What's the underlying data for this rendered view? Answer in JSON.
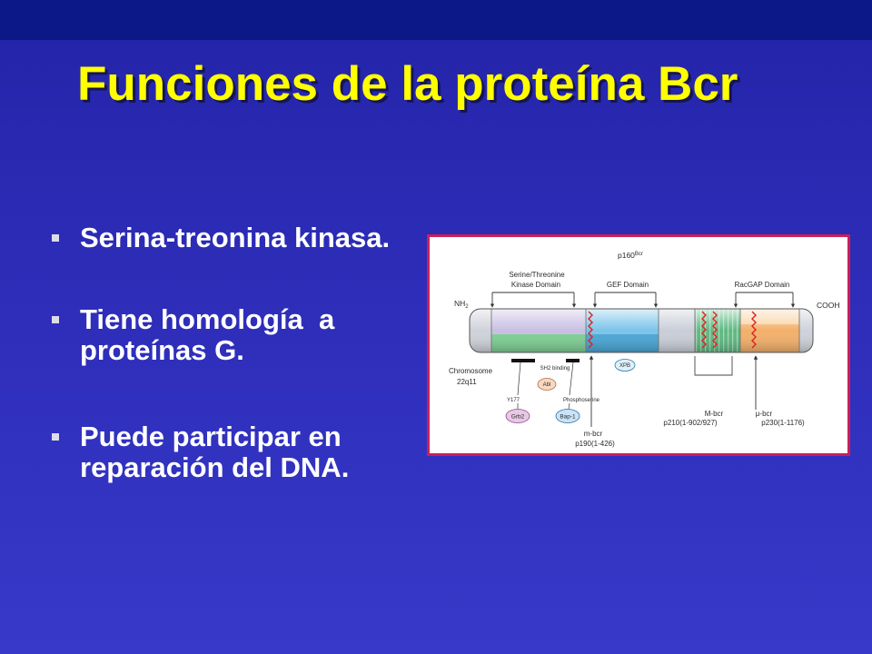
{
  "title": "Funciones de la proteína Bcr",
  "bullets": [
    {
      "lines": [
        "Serina-treonina kinasa."
      ]
    },
    {
      "lines": [
        "Tiene homología  a",
        "proteínas G."
      ]
    },
    {
      "lines": [
        "Puede participar en",
        "reparación del DNA."
      ]
    }
  ],
  "icons": {
    "bullet": "square-bullet"
  },
  "diagram": {
    "protein_name": "p160",
    "protein_sup": "Bcr",
    "kinase_domain": [
      "Serine/Threonine",
      "Kinase Domain"
    ],
    "gef_domain": "GEF Domain",
    "racgap_domain": "RacGAP Domain",
    "n_terminus": "NH",
    "n_terminus_sub": "2",
    "c_terminus": "COOH",
    "chromosome": [
      "Chromosome",
      "22q11"
    ],
    "sh2_binding": "SH2 binding",
    "xpb": "XPB",
    "abl": "Abl",
    "y177": "Y177",
    "phosphoserine": "Phosphoserine",
    "grb2": "Grb2",
    "bap1": "Bap-1",
    "minor_bcr": [
      "m-bcr",
      "p190(1-426)"
    ],
    "major_bcr": [
      "M-bcr",
      "p210(1-902/927)"
    ],
    "micro_bcr": [
      "μ-bcr",
      "p230(1-1176)"
    ]
  },
  "colors": {
    "title": "#ffff00",
    "title_shadow": "#161650",
    "body_text": "#ffffff",
    "bullet": "#dcdcec",
    "background_top": "#0d1888",
    "figure_border": "#cc1f55",
    "figure_background": "#ffffff",
    "kinase_domain": "#c9bfe4",
    "kinase_domain_lower": "#7fcf95",
    "gef_domain": "#7cc4ea",
    "racgap_domain": "#f3b06a",
    "breakpoint": "#e02020"
  }
}
